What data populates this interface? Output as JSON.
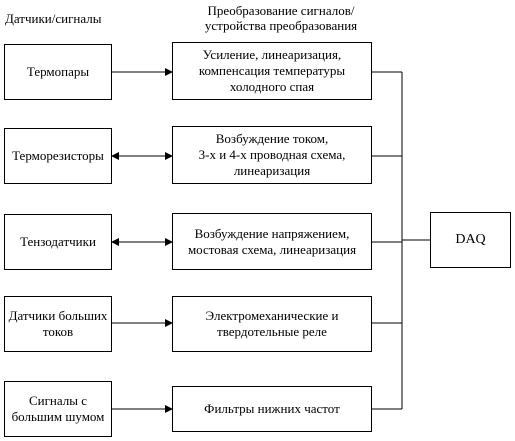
{
  "headers": {
    "sensors": "Датчики/сигналы",
    "conversion": "Преобразование сигналов/\nустройства преобразования"
  },
  "sensors": [
    "Термопары",
    "Терморезисторы",
    "Тензодатчики",
    "Датчики больших\nтоков",
    "Сигналы с\nбольшим шумом"
  ],
  "conditioning": [
    "Усиление, линеаризация,\nкомпенсация температуры\nхолодного спая",
    "Возбуждение током,\n3-х и 4-х проводная схема,\nлинеаризация",
    "Возбуждение напряжением,\nмостовая схема, линеаризация",
    "Электромеханические и\nтвердотельные реле",
    "Фильтры нижних частот"
  ],
  "connections": [
    "one-way",
    "two-way",
    "two-way",
    "one-way",
    "one-way"
  ],
  "daq": "DAQ"
}
